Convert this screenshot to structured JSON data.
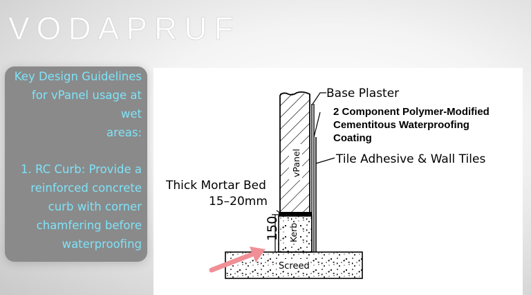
{
  "brand": {
    "name": "VODAPRUF"
  },
  "panel": {
    "heading": [
      "Key Design Guidelines",
      "for vPanel usage at wet",
      "areas:"
    ],
    "item_lines": [
      "1. RC Curb: Provide a",
      "reinforced concrete",
      "curb with corner",
      "chamfering before",
      "waterproofing"
    ]
  },
  "diagram": {
    "base_plaster": "Base Plaster",
    "coating": [
      "2 Component Polymer-Modified",
      "Cementitous Waterproofing",
      "Coating"
    ],
    "tiles": "Tile Adhesive & Wall Tiles",
    "mortar": [
      "Thick Mortar Bed",
      "15–20mm"
    ],
    "vpanel": "vPanel",
    "kerb": "Kerb",
    "screed": "Screed",
    "height": "150",
    "colors": {
      "arrow": "#f08f96",
      "panel_text": "#7fe3f8"
    }
  }
}
